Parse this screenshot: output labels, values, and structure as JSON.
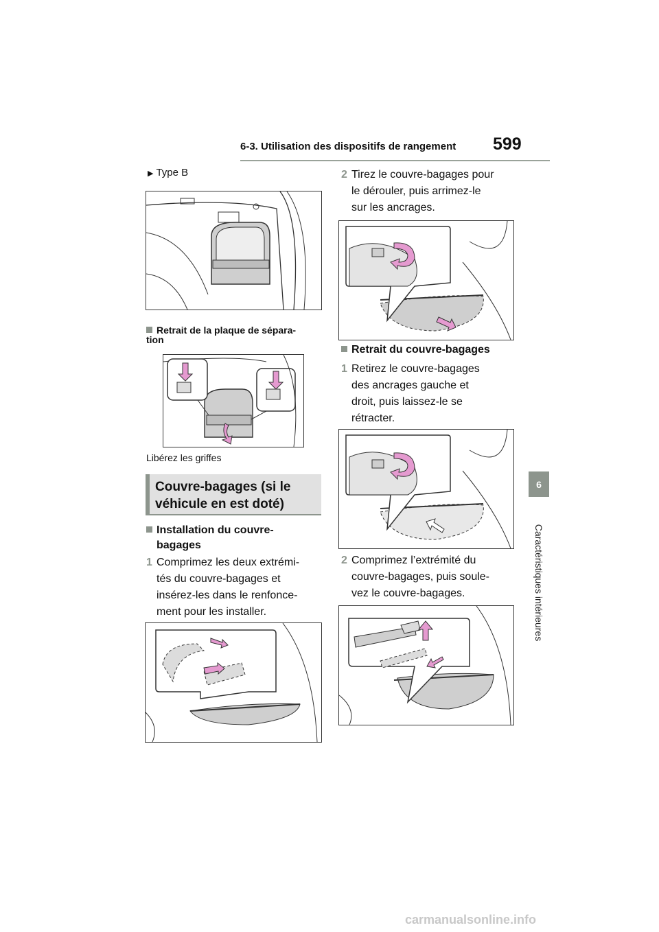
{
  "header": {
    "title": "6-3. Utilisation des dispositifs de rangement",
    "page_number": "599"
  },
  "side_tab": {
    "number": "6",
    "label": "Caractéristiques intérieures"
  },
  "left_column": {
    "type_b_label": "Type B",
    "subsection_removal_head_l1": "Retrait de la plaque de sépara-",
    "subsection_removal_head_l2": "tion",
    "release_claws_caption": "Libérez les griffes",
    "section_title_l1": "Couvre-bagages (si le",
    "section_title_l2": "véhicule en est doté)",
    "install_head_l1": "Installation du couvre-",
    "install_head_l2": "bagages",
    "step1_num": "1",
    "step1_l1": "Comprimez les deux extrémi-",
    "step1_l2": "tés du couvre-bagages et",
    "step1_l3": "insérez-les dans le renfonce-",
    "step1_l4": "ment pour les installer."
  },
  "right_column": {
    "step2_num": "2",
    "step2_l1": "Tirez le couvre-bagages pour",
    "step2_l2": "le dérouler, puis arrimez-le",
    "step2_l3": "sur les ancrages.",
    "removal_head": "Retrait du couvre-bagages",
    "r_step1_num": "1",
    "r_step1_l1": "Retirez le couvre-bagages",
    "r_step1_l2": "des ancrages gauche et",
    "r_step1_l3": "droit, puis laissez-le se",
    "r_step1_l4": "rétracter.",
    "r_step2_num": "2",
    "r_step2_l1": "Comprimez l’extrémité du",
    "r_step2_l2": "couvre-bagages, puis soule-",
    "r_step2_l3": "vez le couvre-bagages."
  },
  "footer": {
    "watermark": "carmanualsonline.info"
  },
  "colors": {
    "accent_gray": "#8d958d",
    "arrow_pink": "#e59ad0",
    "section_bg": "#e1e1e1"
  },
  "icons": [
    "triangle-bullet-icon",
    "square-bullet-icon"
  ]
}
